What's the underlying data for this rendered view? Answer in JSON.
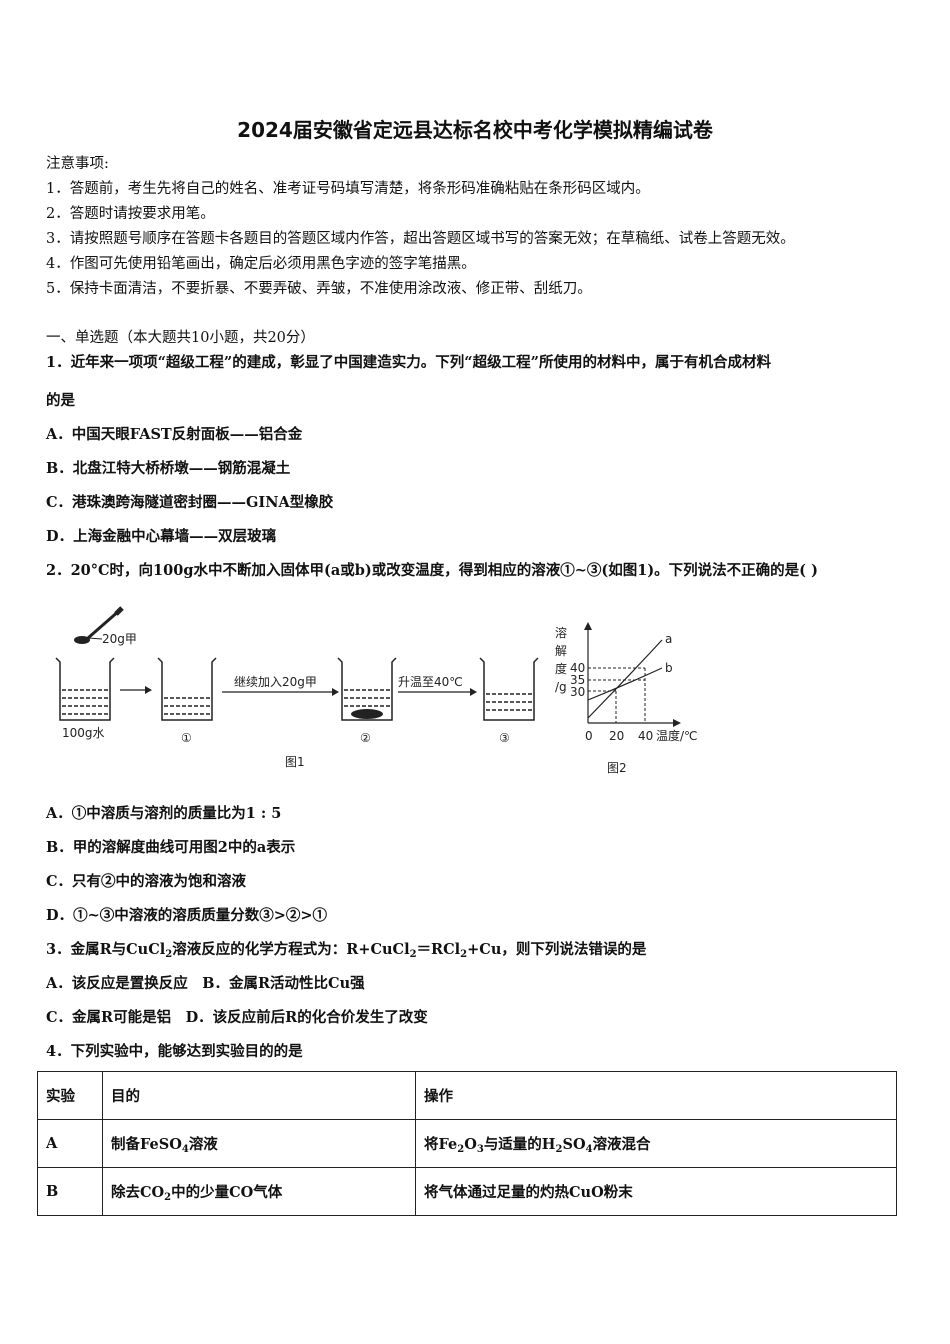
{
  "title": "2024届安徽省定远县达标名校中考化学模拟精编试卷",
  "notes": {
    "heading": "注意事项:",
    "items": [
      "1．答题前，考生先将自己的姓名、准考证号码填写清楚，将条形码准确粘贴在条形码区域内。",
      "2．答题时请按要求用笔。",
      "3．请按照题号顺序在答题卡各题目的答题区域内作答，超出答题区域书写的答案无效；在草稿纸、试卷上答题无效。",
      "4．作图可先使用铅笔画出，确定后必须用黑色字迹的签字笔描黑。",
      "5．保持卡面清洁，不要折暴、不要弄破、弄皱，不准使用涂改液、修正带、刮纸刀。"
    ]
  },
  "section1": "一、单选题（本大题共10小题，共20分）",
  "q1": {
    "stem_a": "1．近年来一项项“超级工程”的建成，彰显了中国建造实力。下列“超级工程”所使用的材料中，属于有机合成材料",
    "stem_b": "的是",
    "options": [
      "A．中国天眼FAST反射面板——铝合金",
      "B．北盘江特大桥桥墩——钢筋混凝土",
      "C．港珠澳跨海隧道密封圈——GINA型橡胶",
      "D．上海金融中心幕墙——双层玻璃"
    ]
  },
  "q2": {
    "stem": "2．20°C时，向100g水中不断加入固体甲(a或b)或改变温度，得到相应的溶液①~③(如图1)。下列说法不正确的是( )",
    "options": [
      "A．①中溶质与溶剂的质量比为1 : 5",
      "B．甲的溶解度曲线可用图2中的a表示",
      "C．只有②中的溶液为饱和溶液",
      "D．①~③中溶液的溶质质量分数③>②>①"
    ],
    "figure1": {
      "spoon_label": "20g甲",
      "water_label": "100g水",
      "beaker1": "①",
      "beaker2": "②",
      "beaker3": "③",
      "step1": "继续加入20g甲",
      "step2": "升温至40℃",
      "caption": "图1"
    },
    "figure2": {
      "ylabel": [
        "溶",
        "解",
        "度",
        "/g"
      ],
      "yticks": [
        "40",
        "35",
        "30"
      ],
      "xticks": [
        "0",
        "20",
        "40"
      ],
      "xlabel": "温度/℃",
      "curve_a": "a",
      "curve_b": "b",
      "caption": "图2"
    }
  },
  "q3": {
    "stem_pre": "3．金属R与CuCl",
    "stem_sub1": "2",
    "stem_mid": "溶液反应的化学方程式为：R+CuCl",
    "stem_sub2": "2",
    "stem_eq": "＝RCl",
    "stem_sub3": "2",
    "stem_post": "+Cu，则下列说法错误的是",
    "opt_ab": "A．该反应是置换反应　B．金属R活动性比Cu强",
    "opt_cd": "C．金属R可能是铝　D．该反应前后R的化合价发生了改变"
  },
  "q4": {
    "stem": "4．下列实验中，能够达到实验目的的是",
    "headers": [
      "实验",
      "目的",
      "操作"
    ],
    "rowA": {
      "id": "A",
      "purpose_pre": "制备FeSO",
      "purpose_sub": "4",
      "purpose_post": "溶液",
      "op_pre": "将Fe",
      "op_sub1": "2",
      "op_mid1": "O",
      "op_sub2": "3",
      "op_mid2": "与适量的H",
      "op_sub3": "2",
      "op_mid3": "SO",
      "op_sub4": "4",
      "op_post": "溶液混合"
    },
    "rowB": {
      "id": "B",
      "purpose_pre": "除去CO",
      "purpose_sub": "2",
      "purpose_post": "中的少量CO气体",
      "op": "将气体通过足量的灼热CuO粉末"
    }
  }
}
